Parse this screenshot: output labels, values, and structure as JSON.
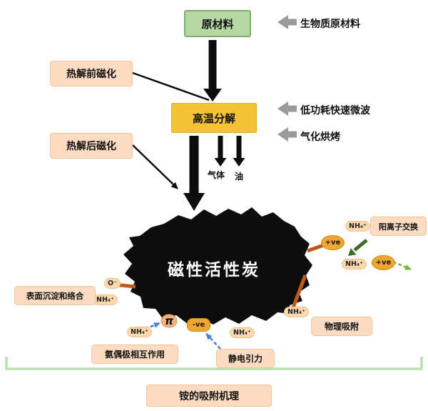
{
  "process": {
    "raw_material": "原材料",
    "biomass_input": "生物质原材料",
    "pre_pyrolysis_magnetization": "热解前磁化",
    "post_pyrolysis_magnetization": "热解后磁化",
    "high_temp_decomposition": "高温分解",
    "microwave": "低功耗快速微波",
    "gasification_baking": "气化烘烤",
    "gas": "气体",
    "oil": "油"
  },
  "product": {
    "name": "磁性活性炭"
  },
  "adsorption": {
    "cation_exchange": "阳离子交换",
    "surface_precipitation_complexation": "表面沉淀和络合",
    "ammonia_dipole_interaction": "氨偶极相互作用",
    "electrostatic_attraction": "静电引力",
    "physical_adsorption": "物理吸附",
    "title": "铵的吸附机理"
  },
  "symbols": {
    "ammonium": "NH₄⁺",
    "oxygen_site": "O⁻",
    "positive": "+ve",
    "negative": "-ve",
    "pi": "π"
  },
  "colors": {
    "green_box": "#b5d8a3",
    "green_box_border": "#7fae6d",
    "gold_box": "#f2c335",
    "peach_box": "#fbdcc2",
    "orange_link": "#c05a1c",
    "charge_orange": "#f0a730",
    "blue_dash": "#4a7fd4",
    "green_dash": "#76b43f",
    "dark_green_arrow": "#3f6d29",
    "gray_arrow": "#9b9b9b",
    "bracket_green": "#b9e0ae",
    "blob_black": "#0d0d0d"
  }
}
